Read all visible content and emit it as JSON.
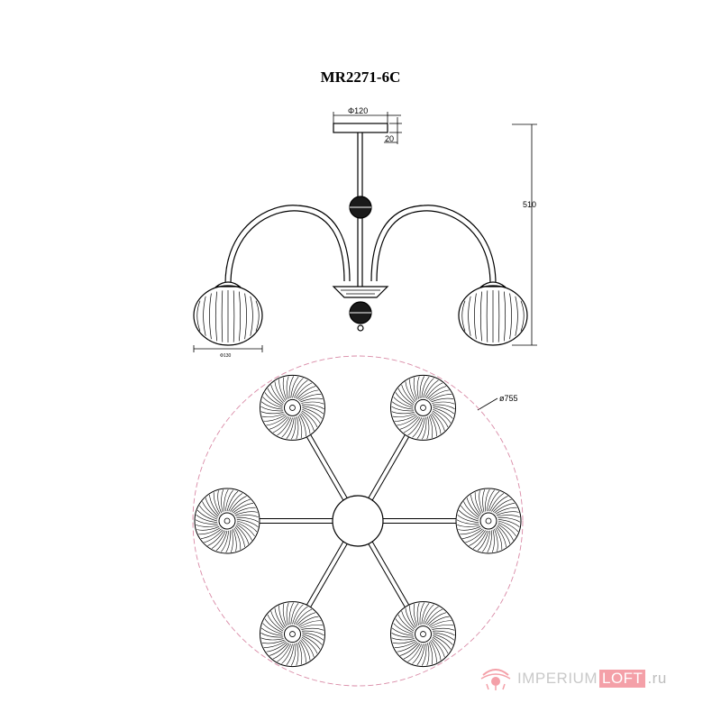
{
  "title": "MR2271-6C",
  "dimensions": {
    "canopy_diameter": "Φ120",
    "canopy_height": "20",
    "total_height": "510",
    "shade_width": "Φ130",
    "overall_diameter": "ø755"
  },
  "watermark": {
    "brand_part1": "IMPERIUM",
    "brand_part2": "LOFT",
    "domain": ".ru",
    "accent_color": "#f4a0a8"
  },
  "colors": {
    "line": "#000000",
    "outline_circle": "#d98aa6"
  }
}
